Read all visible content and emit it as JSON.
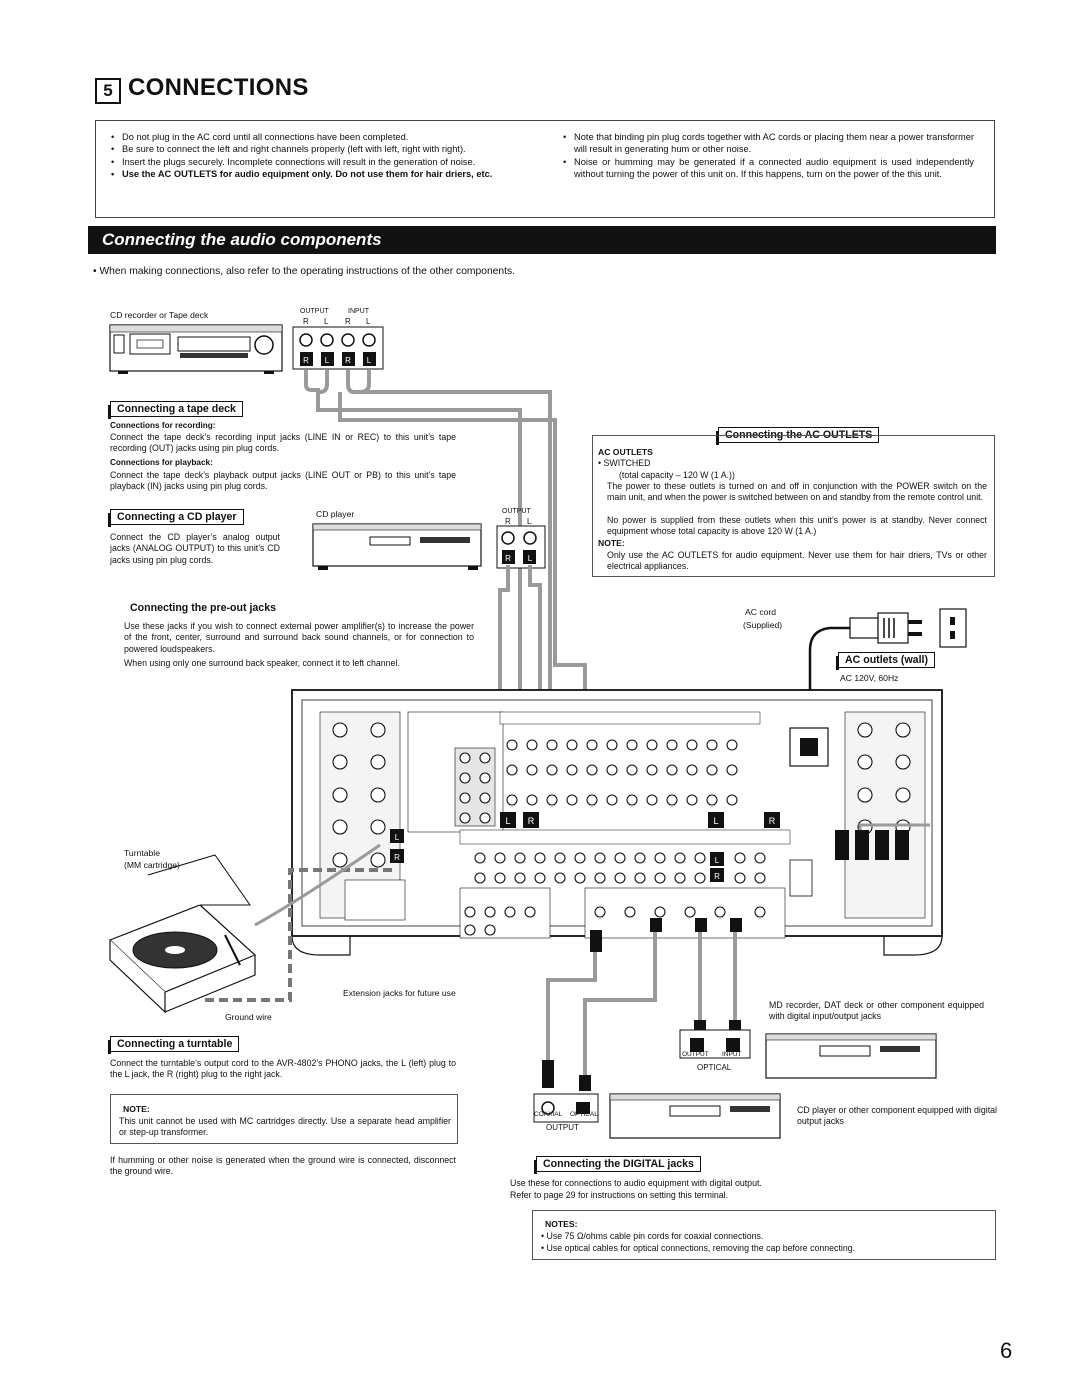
{
  "header": {
    "number": "5",
    "title": "CONNECTIONS"
  },
  "warnings": {
    "left": [
      {
        "text": "Do not plug in the AC cord until all connections have been completed.",
        "bold": false
      },
      {
        "text": "Be sure to connect the left and right channels properly (left with left, right with right).",
        "bold": false
      },
      {
        "text": "Insert the plugs securely. Incomplete connections will result in the generation of noise.",
        "bold": false
      },
      {
        "text": "Use the AC OUTLETS for audio equipment only. Do not use them for hair driers, etc.",
        "bold": true
      }
    ],
    "right": [
      {
        "text": "Note that binding pin plug cords together with AC cords or placing them near a power transformer will result in generating hum or other noise.",
        "bold": false
      },
      {
        "text": "Noise or humming may be generated if a connected audio equipment is used independently without turning the power of this unit on. If this happens, turn on the power of the this unit.",
        "bold": false
      }
    ]
  },
  "section_title": "Connecting the audio components",
  "intro": "When making connections, also refer to the operating instructions of the other components.",
  "tape": {
    "device_label": "CD recorder or Tape deck",
    "output": "OUTPUT",
    "input": "INPUT",
    "r": "R",
    "l": "L",
    "heading": "Connecting a tape deck",
    "rec_title": "Connections for recording:",
    "rec_text": "Connect the tape deck’s recording input jacks (LINE IN or REC) to this unit’s tape recording (OUT) jacks using pin plug cords.",
    "play_title": "Connections for playback:",
    "play_text": "Connect the tape deck’s playback output jacks (LINE OUT or PB) to this unit’s tape playback (IN) jacks using pin plug cords."
  },
  "cd": {
    "heading": "Connecting a CD player",
    "device_label": "CD player",
    "output": "OUTPUT",
    "r": "R",
    "l": "L",
    "text": "Connect the CD player’s analog output jacks (ANALOG OUTPUT) to this unit’s CD jacks using pin plug cords."
  },
  "preout": {
    "heading": "Connecting the pre-out jacks",
    "text1": "Use these jacks if you wish to connect external power amplifier(s) to increase the power of the front, center, surround and surround back sound channels, or for connection to powered loudspeakers.",
    "text2": "When using only one surround back speaker, connect it to left channel."
  },
  "ac": {
    "heading": "Connecting the AC OUTLETS",
    "box_title": "AC OUTLETS",
    "switched": "SWITCHED",
    "capacity": "(total capacity – 120 W (1 A.))",
    "text1": "The power to these outlets is turned on and off in conjunction with the POWER switch on the main unit, and when the power is switched between on and standby from the remote control unit.",
    "text2": "No power is supplied from these outlets when this unit’s power is at standby. Never connect equipment whose total capacity is above 120 W (1 A.)",
    "note_title": "NOTE:",
    "note_text": "Only use the AC OUTLETS for audio equipment. Never use them for hair driers, TVs or other electrical appliances.",
    "cord_label": "AC cord",
    "cord_sub": "(Supplied)",
    "wall_heading": "AC outlets (wall)",
    "wall_spec": "AC 120V, 60Hz"
  },
  "turntable": {
    "device_label": "Turntable",
    "device_sub": "(MM cartridge)",
    "ground": "Ground wire",
    "heading": "Connecting a turntable",
    "text": "Connect the turntable’s output cord to the AVR-4802’s PHONO jacks, the L (left) plug to the L jack, the R (right) plug to the right jack.",
    "note_title": "NOTE:",
    "note_text": "This unit cannot be used with MC cartridges directly. Use a separate head amplifier or step-up transformer.",
    "hum_text": "If humming or other noise is generated when the ground wire is connected, disconnect the ground wire."
  },
  "ext_label": "Extension jacks for future use",
  "digital": {
    "md_label": "MD recorder, DAT deck or other component equipped with digital input/output jacks",
    "md_output": "OUTPUT",
    "md_input": "INPUT",
    "md_optical": "OPTICAL",
    "cd_label": "CD player or other component equipped with digital output jacks",
    "coaxial": "COAXIAL",
    "optical": "OPTICAL",
    "output": "OUTPUT",
    "heading": "Connecting the DIGITAL jacks",
    "text1": "Use these for connections to audio equipment with digital output.",
    "text2": "Refer to page 29 for instructions on setting this terminal.",
    "notes_title": "NOTES:",
    "notes": [
      "Use 75 Ω/ohms cable pin cords for coaxial connections.",
      "Use optical cables for optical connections, removing the cap before connecting."
    ]
  },
  "page_number": "6"
}
